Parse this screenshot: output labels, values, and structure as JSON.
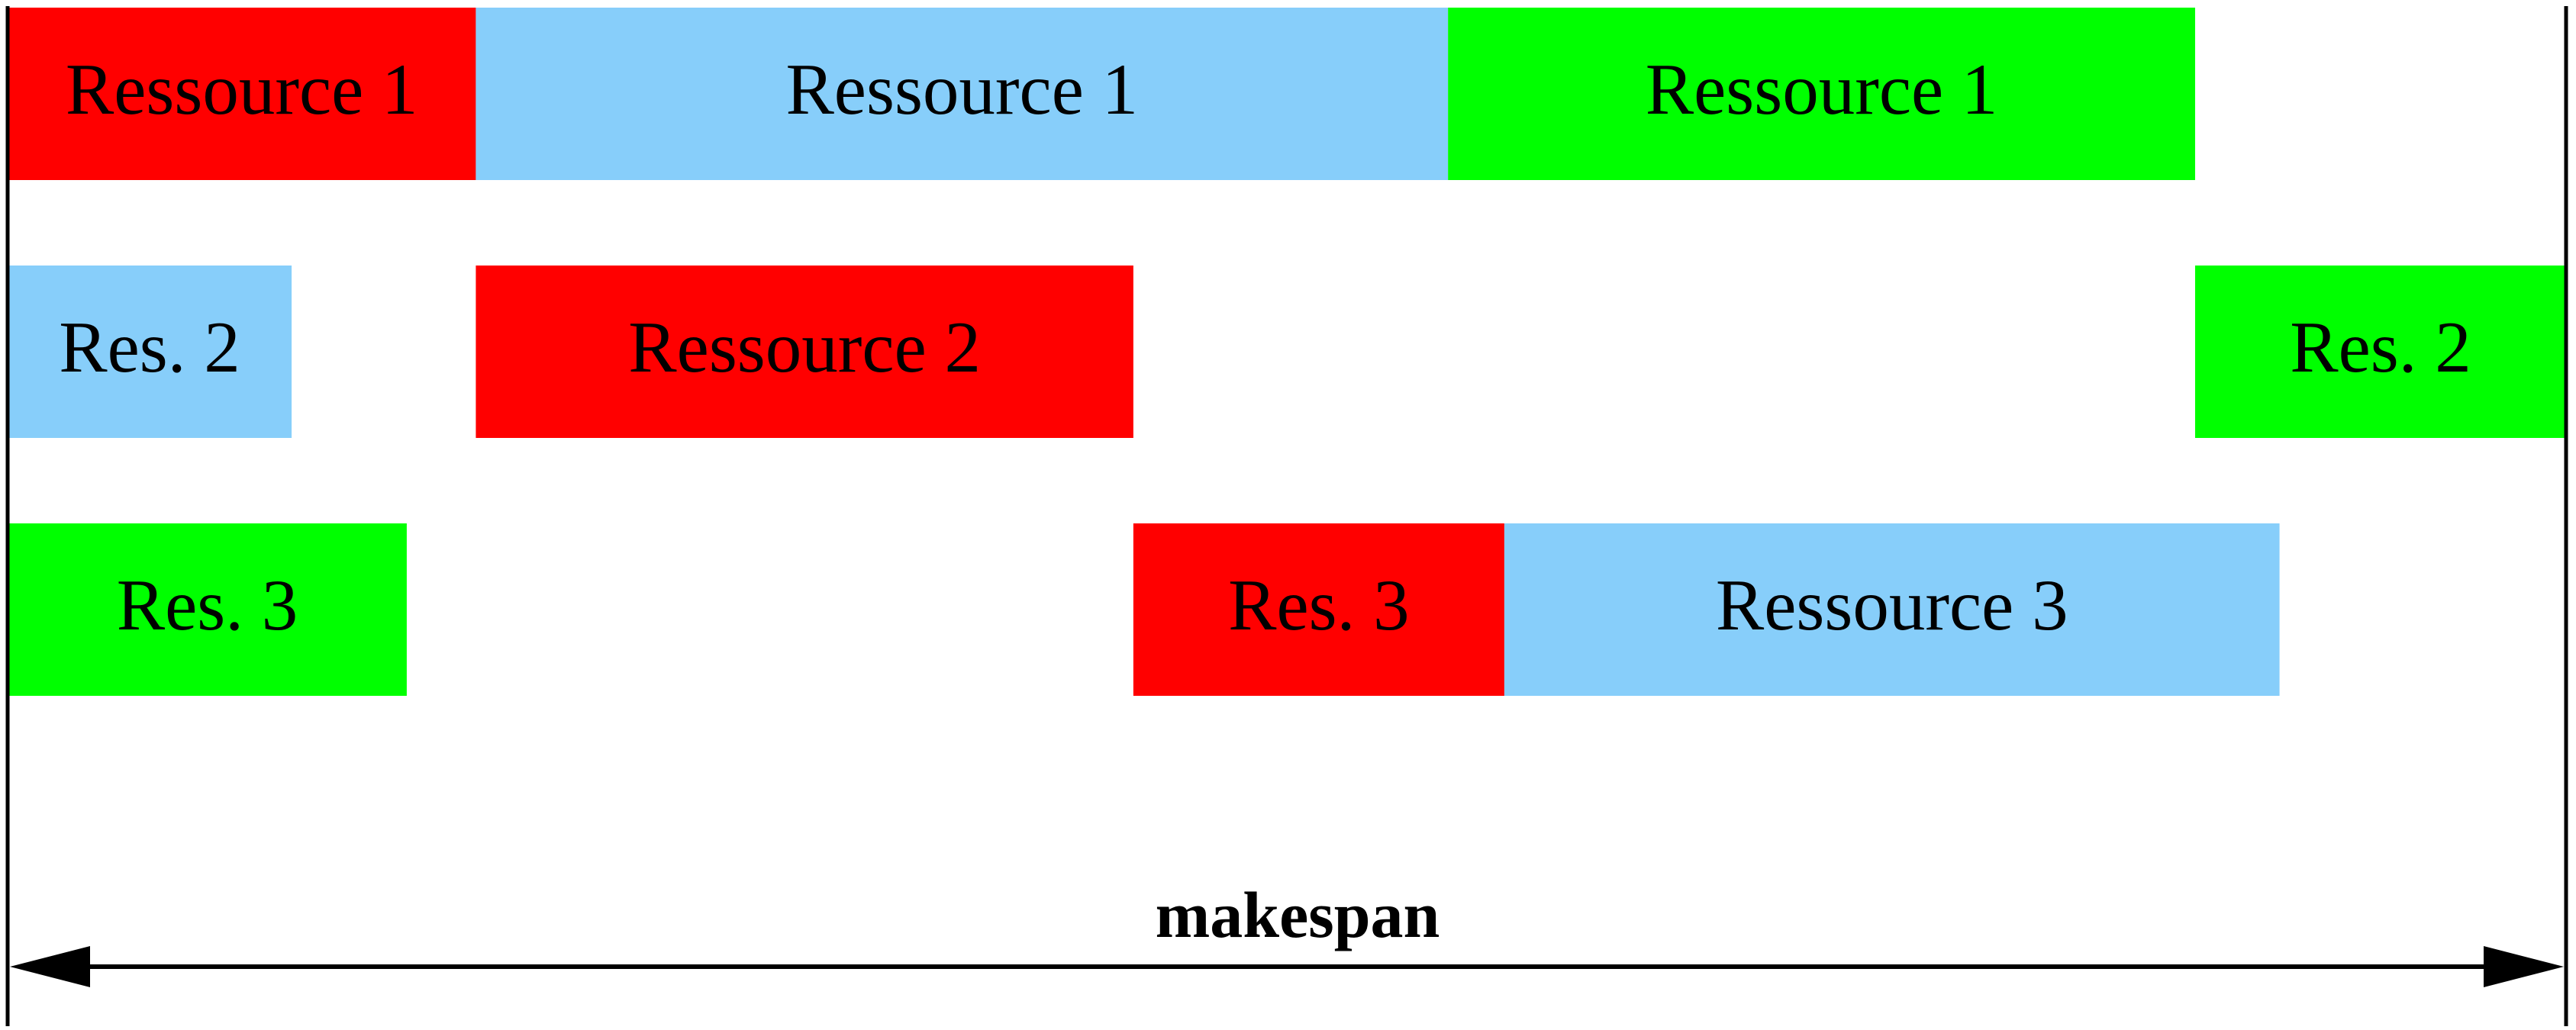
{
  "diagram": {
    "type": "gantt",
    "colors": {
      "red": "#ff0000",
      "blue": "#87cefa",
      "green": "#00ff00",
      "line": "#000000"
    },
    "time_start": 0,
    "time_end": 100,
    "rows": [
      {
        "tasks": [
          {
            "label": "Ressource 1",
            "start": 0,
            "end": 18.3,
            "color": "red"
          },
          {
            "label": "Ressource 1",
            "start": 18.3,
            "end": 56.3,
            "color": "blue"
          },
          {
            "label": "Ressource 1",
            "start": 56.3,
            "end": 85.5,
            "color": "green"
          }
        ]
      },
      {
        "tasks": [
          {
            "label": "Res. 2",
            "start": 0,
            "end": 11.1,
            "color": "blue"
          },
          {
            "label": "Ressource 2",
            "start": 18.3,
            "end": 44.0,
            "color": "red"
          },
          {
            "label": "Res. 2",
            "start": 85.5,
            "end": 100,
            "color": "green"
          }
        ]
      },
      {
        "tasks": [
          {
            "label": "Res. 3",
            "start": 0,
            "end": 15.6,
            "color": "green"
          },
          {
            "label": "Res. 3",
            "start": 44.0,
            "end": 58.5,
            "color": "red"
          },
          {
            "label": "Ressource 3",
            "start": 58.5,
            "end": 88.8,
            "color": "blue"
          }
        ]
      }
    ],
    "makespan_label": "makespan"
  }
}
